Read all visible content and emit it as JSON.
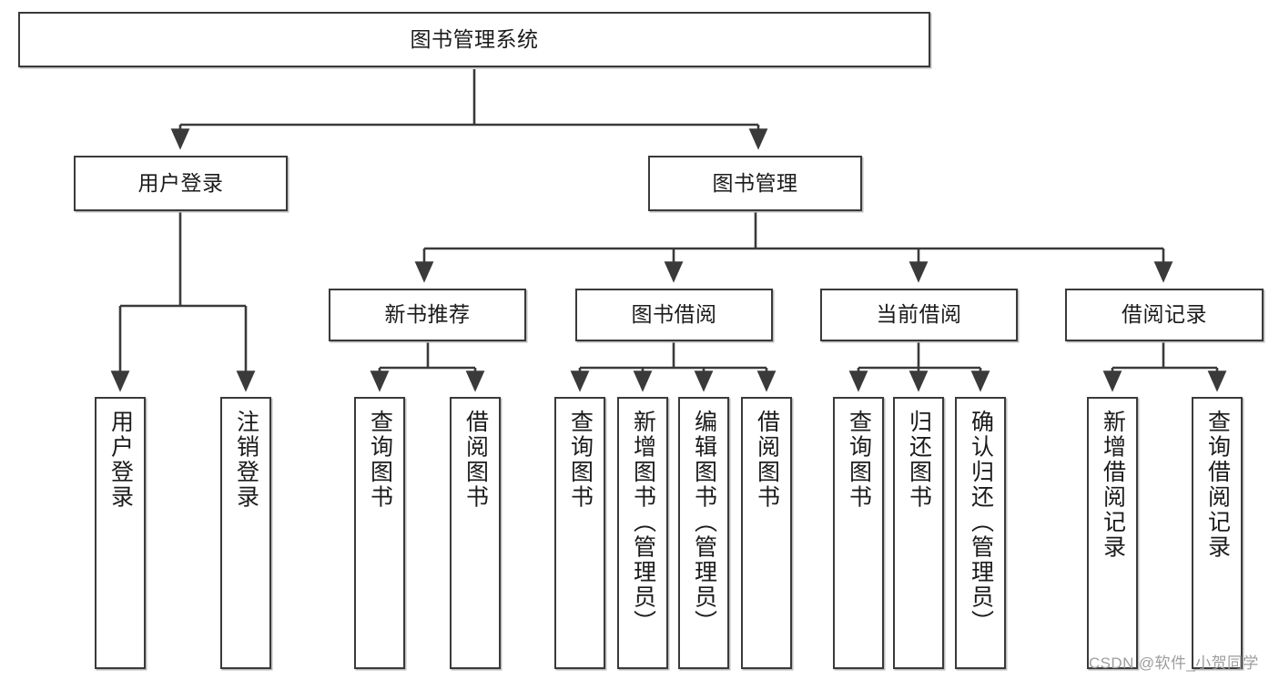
{
  "diagram": {
    "type": "tree-hierarchy-chart",
    "title": "图书管理系统",
    "colors": {
      "box_border": "#3a3a3a",
      "box_fill": "#ffffff",
      "edge": "#3a3a3a",
      "text": "#1b1b1b",
      "watermark": "#9d9d9d",
      "background": "#ffffff"
    },
    "nodes": {
      "root": {
        "label": "图书管理系统",
        "orientation": "horizontal"
      },
      "level1": [
        {
          "id": "user-login",
          "label": "用户登录",
          "orientation": "horizontal"
        },
        {
          "id": "book-management",
          "label": "图书管理",
          "orientation": "horizontal"
        }
      ],
      "level2": [
        {
          "id": "new-book-recommend",
          "label": "新书推荐",
          "orientation": "horizontal"
        },
        {
          "id": "book-borrow",
          "label": "图书借阅",
          "orientation": "horizontal"
        },
        {
          "id": "current-borrow",
          "label": "当前借阅",
          "orientation": "horizontal"
        },
        {
          "id": "borrow-record",
          "label": "借阅记录",
          "orientation": "horizontal"
        }
      ],
      "leaves": [
        {
          "id": "leaf-user-login",
          "label": "用户登录",
          "parent": "user-login",
          "orientation": "vertical"
        },
        {
          "id": "leaf-logout-login",
          "label": "注销登录",
          "parent": "user-login",
          "orientation": "vertical"
        },
        {
          "id": "leaf-query-book-1",
          "label": "查询图书",
          "parent": "new-book-recommend",
          "orientation": "vertical"
        },
        {
          "id": "leaf-borrow-book-1",
          "label": "借阅图书",
          "parent": "new-book-recommend",
          "orientation": "vertical"
        },
        {
          "id": "leaf-query-book-2",
          "label": "查询图书",
          "parent": "book-borrow",
          "orientation": "vertical"
        },
        {
          "id": "leaf-add-book",
          "label": "新增图书（管理员）",
          "parent": "book-borrow",
          "orientation": "vertical"
        },
        {
          "id": "leaf-edit-book",
          "label": "编辑图书（管理员）",
          "parent": "book-borrow",
          "orientation": "vertical"
        },
        {
          "id": "leaf-borrow-book-2",
          "label": "借阅图书",
          "parent": "book-borrow",
          "orientation": "vertical"
        },
        {
          "id": "leaf-query-book-3",
          "label": "查询图书",
          "parent": "current-borrow",
          "orientation": "vertical"
        },
        {
          "id": "leaf-return-book",
          "label": "归还图书",
          "parent": "current-borrow",
          "orientation": "vertical"
        },
        {
          "id": "leaf-confirm-return",
          "label": "确认归还（管理员）",
          "parent": "current-borrow",
          "orientation": "vertical"
        },
        {
          "id": "leaf-add-record",
          "label": "新增借阅记录",
          "parent": "borrow-record",
          "orientation": "vertical"
        },
        {
          "id": "leaf-query-record",
          "label": "查询借阅记录",
          "parent": "borrow-record",
          "orientation": "vertical"
        }
      ]
    },
    "watermark": "CSDN @软件_小贺同学"
  }
}
